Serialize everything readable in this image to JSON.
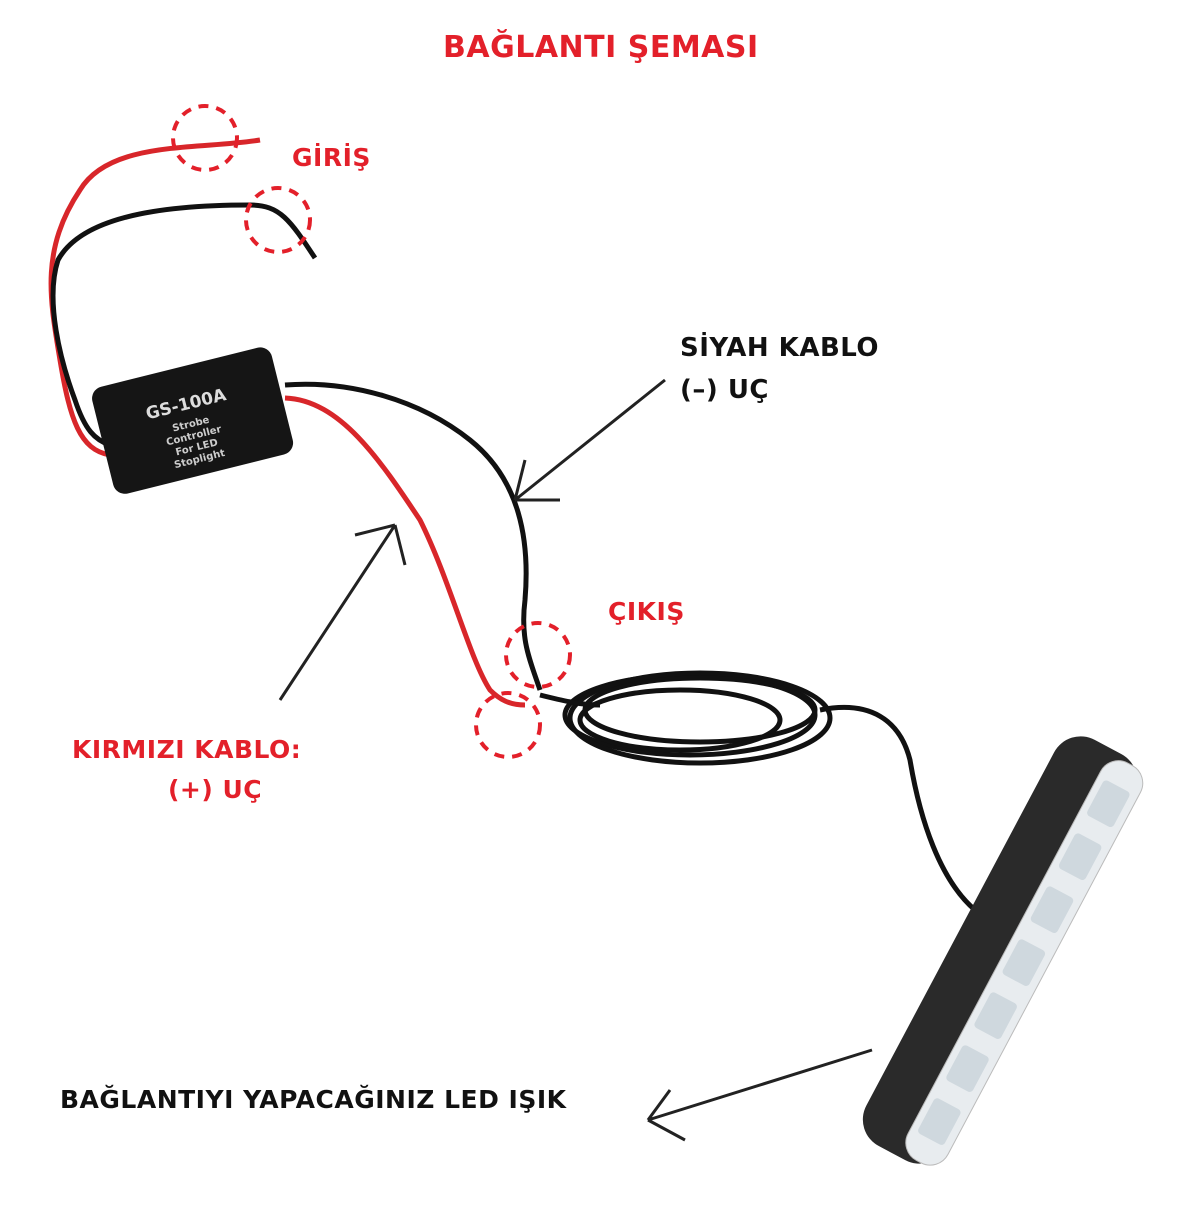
{
  "title": "BAĞLANTI ŞEMASI",
  "labels": {
    "input": "GİRİŞ",
    "black_wire": "SİYAH KABLO",
    "black_wire_pole": "(–) UÇ",
    "output": "ÇIKIŞ",
    "red_wire": "KIRMIZI KABLO:",
    "red_wire_pole": "(+) UÇ",
    "led_light": "BAĞLANTIYI YAPACAĞINIZ LED IŞIK"
  },
  "module": {
    "model": "GS-100A",
    "description": [
      "Strobe",
      "Controller",
      "For LED",
      "Stoplight"
    ]
  },
  "colors": {
    "accent_red": "#e3202a",
    "wire_red": "#d8262a",
    "wire_black": "#111111"
  }
}
